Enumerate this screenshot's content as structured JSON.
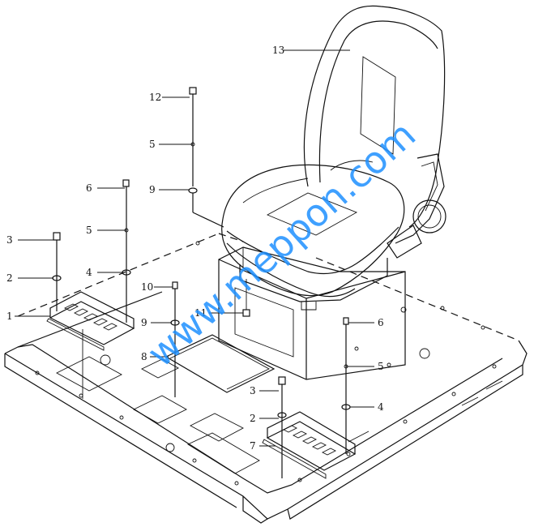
{
  "watermark": "www.meppon.com",
  "callouts": {
    "c1": "1",
    "c2a": "2",
    "c2b": "2",
    "c3a": "3",
    "c3b": "3",
    "c4a": "4",
    "c4b": "4",
    "c5a": "5",
    "c5b": "5",
    "c5c": "5",
    "c6a": "6",
    "c6b": "6",
    "c7": "7",
    "c8": "8",
    "c9a": "9",
    "c9b": "9",
    "c10": "10",
    "c11": "11",
    "c12": "12",
    "c13": "13"
  }
}
